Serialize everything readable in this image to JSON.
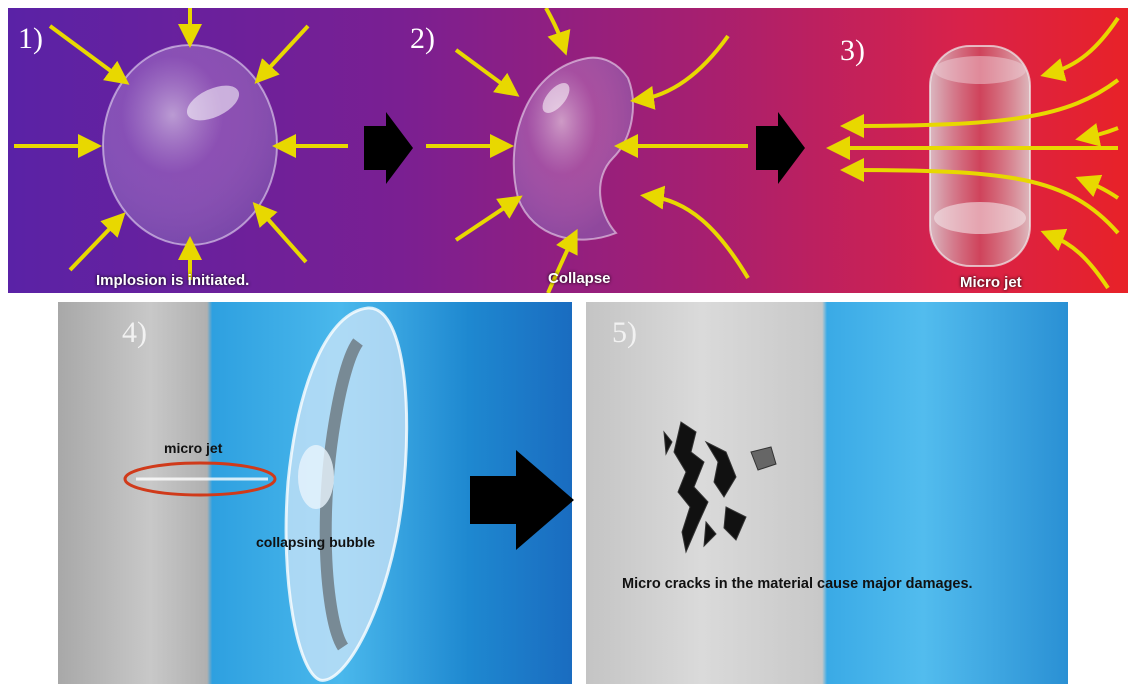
{
  "step1": {
    "number": "1)",
    "caption": "Implosion is initiated."
  },
  "step2": {
    "number": "2)",
    "caption": "Collapse"
  },
  "step3": {
    "number": "3)",
    "caption": "Micro jet"
  },
  "step4": {
    "number": "4)",
    "jet_label": "micro jet",
    "bubble_label": "collapsing bubble"
  },
  "step5": {
    "number": "5)",
    "caption": "Micro cracks in the material cause major damages."
  },
  "colors": {
    "arrow": "#e8d800",
    "highlight": "#d03a1a",
    "top_left": "#5a23a8",
    "top_right": "#e8202a",
    "water": "#1d8fd8",
    "wall": "#b8b8b8"
  },
  "icons": {
    "flow_arrow": "arrow-icon",
    "step_arrow": "right-arrow-icon"
  }
}
